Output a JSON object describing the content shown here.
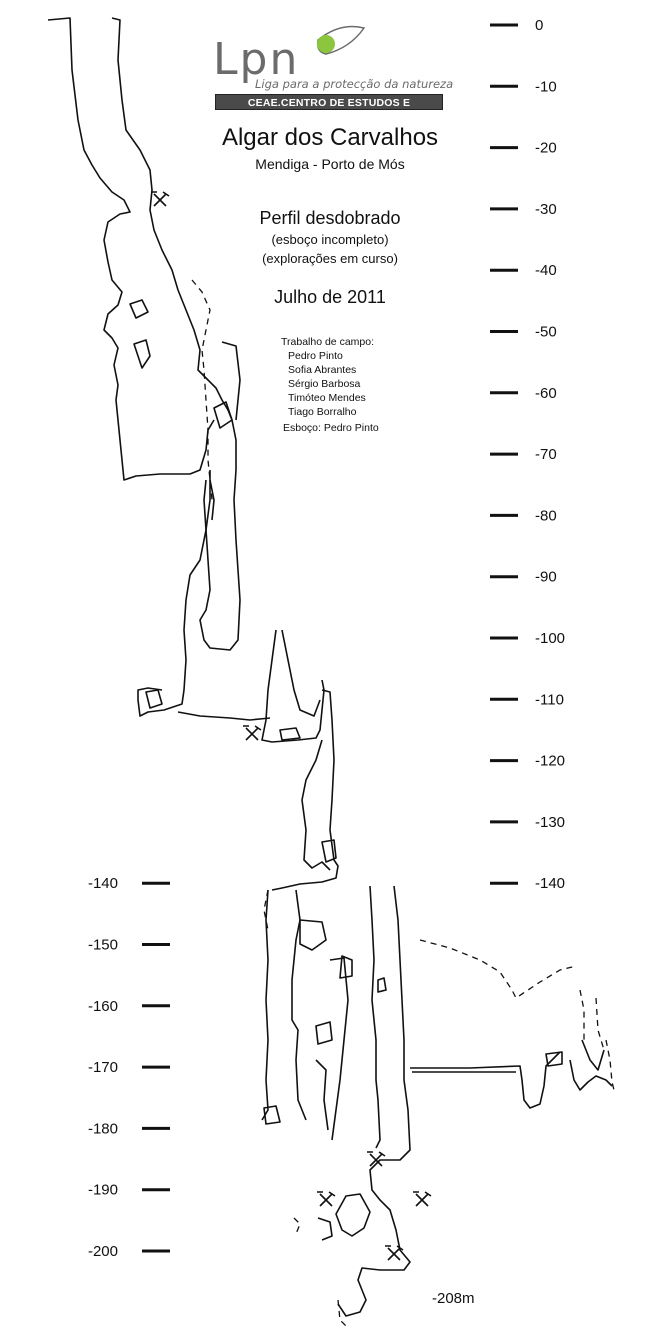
{
  "logo": {
    "mark": "Lpn",
    "tagline": "Liga para a protecção da natureza",
    "banner": "CEAE.CENTRO DE ESTUDOS E ACTIVIDADES ESPECIAIS"
  },
  "survey": {
    "cave_name": "Algar dos Carvalhos",
    "location": "Mendiga - Porto de Mós",
    "type": "Perfil desdobrado",
    "note1": "(esboço incompleto)",
    "note2": "(explorações em curso)",
    "date": "Julho de 2011",
    "crew_heading": "Trabalho de campo:",
    "crew": [
      "Pedro Pinto",
      "Sofia Abrantes",
      "Sérgio Barbosa",
      "Timóteo Mendes",
      "Tiago Borralho"
    ],
    "sketch_credit": "Esboço: Pedro Pinto",
    "final_depth": "-208m"
  },
  "right_scale": [
    {
      "depth": 0,
      "label": "0"
    },
    {
      "depth": -10,
      "label": "-10"
    },
    {
      "depth": -20,
      "label": "-20"
    },
    {
      "depth": -30,
      "label": "-30"
    },
    {
      "depth": -40,
      "label": "-40"
    },
    {
      "depth": -50,
      "label": "-50"
    },
    {
      "depth": -60,
      "label": "-60"
    },
    {
      "depth": -70,
      "label": "-70"
    },
    {
      "depth": -80,
      "label": "-80"
    },
    {
      "depth": -90,
      "label": "-90"
    },
    {
      "depth": -100,
      "label": "-100"
    },
    {
      "depth": -110,
      "label": "-110"
    },
    {
      "depth": -120,
      "label": "-120"
    },
    {
      "depth": -130,
      "label": "-130"
    },
    {
      "depth": -140,
      "label": "-140"
    }
  ],
  "left_scale": [
    {
      "depth": -140,
      "label": "-140"
    },
    {
      "depth": -150,
      "label": "-150"
    },
    {
      "depth": -160,
      "label": "-160"
    },
    {
      "depth": -170,
      "label": "-170"
    },
    {
      "depth": -180,
      "label": "-180"
    },
    {
      "depth": -190,
      "label": "-190"
    },
    {
      "depth": -200,
      "label": "-200"
    }
  ],
  "colors": {
    "ink": "#111111",
    "logo_grey": "#6b6b6b",
    "logo_green": "#8cc63f",
    "banner_bg": "#4a4a4a"
  }
}
